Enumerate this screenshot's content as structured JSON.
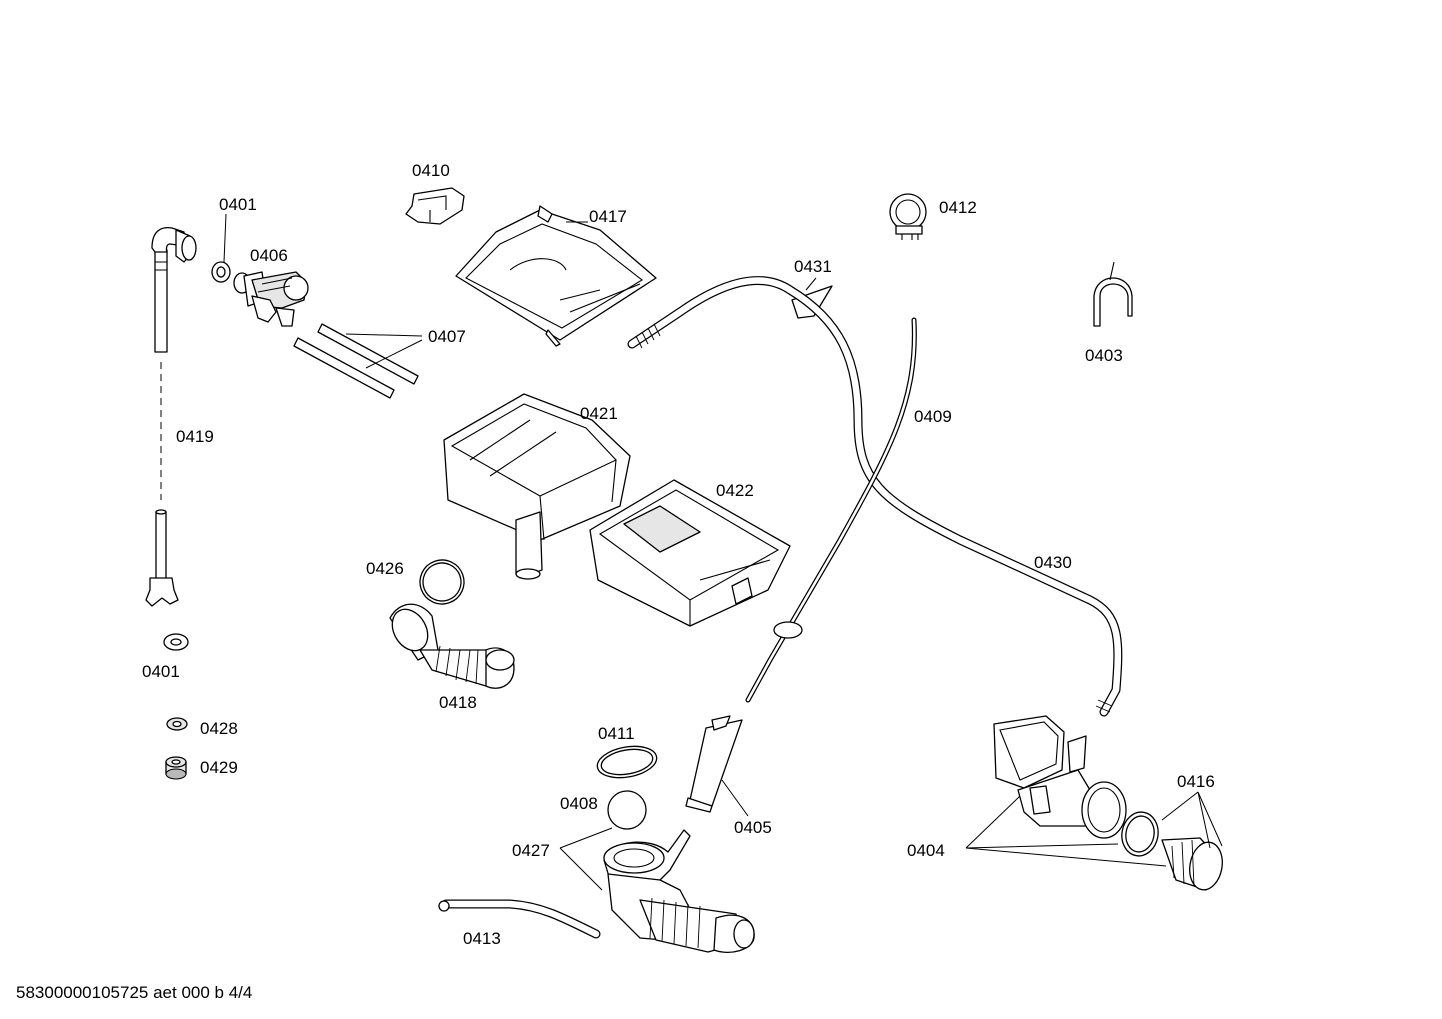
{
  "labels": {
    "p0401_top": "0401",
    "p0401_bottom": "0401",
    "p0403": "0403",
    "p0404": "0404",
    "p0405": "0405",
    "p0406": "0406",
    "p0407": "0407",
    "p0408": "0408",
    "p0409": "0409",
    "p0410": "0410",
    "p0411": "0411",
    "p0412": "0412",
    "p0413": "0413",
    "p0416": "0416",
    "p0417": "0417",
    "p0418": "0418",
    "p0419": "0419",
    "p0421": "0421",
    "p0422": "0422",
    "p0426": "0426",
    "p0427": "0427",
    "p0428": "0428",
    "p0429": "0429",
    "p0430": "0430",
    "p0431": "0431"
  },
  "footer": {
    "document_code": "58300000105725 aet 000 b 4/4"
  }
}
